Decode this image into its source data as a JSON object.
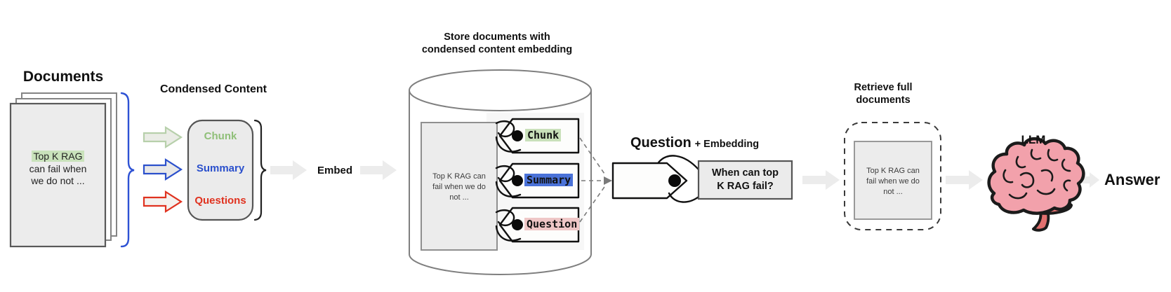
{
  "documents": {
    "title": "Documents",
    "page_lines": [
      "Top K RAG",
      "can fail when",
      "we do not ..."
    ],
    "highlight_color": "#c9e2bb"
  },
  "condensed": {
    "title": "Condensed Content",
    "items": [
      {
        "label": "Chunk",
        "color": "#8fbf78",
        "arrow_stroke": "#b7d0ab",
        "arrow_fill": "#eaece6"
      },
      {
        "label": "Summary",
        "color": "#2b50cc",
        "arrow_stroke": "#2b50cc",
        "arrow_fill": "#e8e8e8"
      },
      {
        "label": "Questions",
        "color": "#e0321f",
        "arrow_stroke": "#e0321f",
        "arrow_fill": "#f4f1ee"
      }
    ]
  },
  "embed": {
    "label": "Embed"
  },
  "store": {
    "title_lines": [
      "Store documents with",
      "condensed content embedding"
    ],
    "doc_lines": [
      "Top K RAG can",
      "fail when we do",
      "not ..."
    ],
    "tags": [
      {
        "label": "Chunk",
        "bg": "#c9e0ba"
      },
      {
        "label": "Summary",
        "bg": "#4a72d8"
      },
      {
        "label": "Question",
        "bg": "#efc7c7"
      }
    ]
  },
  "query": {
    "title": "Question",
    "title_suffix": "+ Embedding",
    "box_lines": [
      "When can top",
      "K RAG fail?"
    ]
  },
  "retrieve": {
    "title_lines": [
      "Retrieve full",
      "documents"
    ],
    "doc_lines": [
      "Top K RAG can",
      "fail when we do",
      "not ..."
    ]
  },
  "llm": {
    "label": "LLM"
  },
  "answer": {
    "label": "Answer"
  },
  "colors": {
    "doc_fill": "#ececec",
    "doc_border": "#595959",
    "back_page_border": "#848484",
    "inner_doc_border": "#8f8f8f",
    "panel_fill": "#ebebeb",
    "panel_border": "#555555",
    "brace_blue": "#2e52d4",
    "brace_black": "#222222",
    "gray_arrow": "#ececec",
    "cylinder_stroke": "#7f7f7f",
    "tag_outline": "#111111",
    "dashed_line": "#7a7a7a",
    "brain_pink": "#f2a1ab",
    "brain_dark": "#e2706f",
    "brain_outline": "#1b1b1b"
  }
}
